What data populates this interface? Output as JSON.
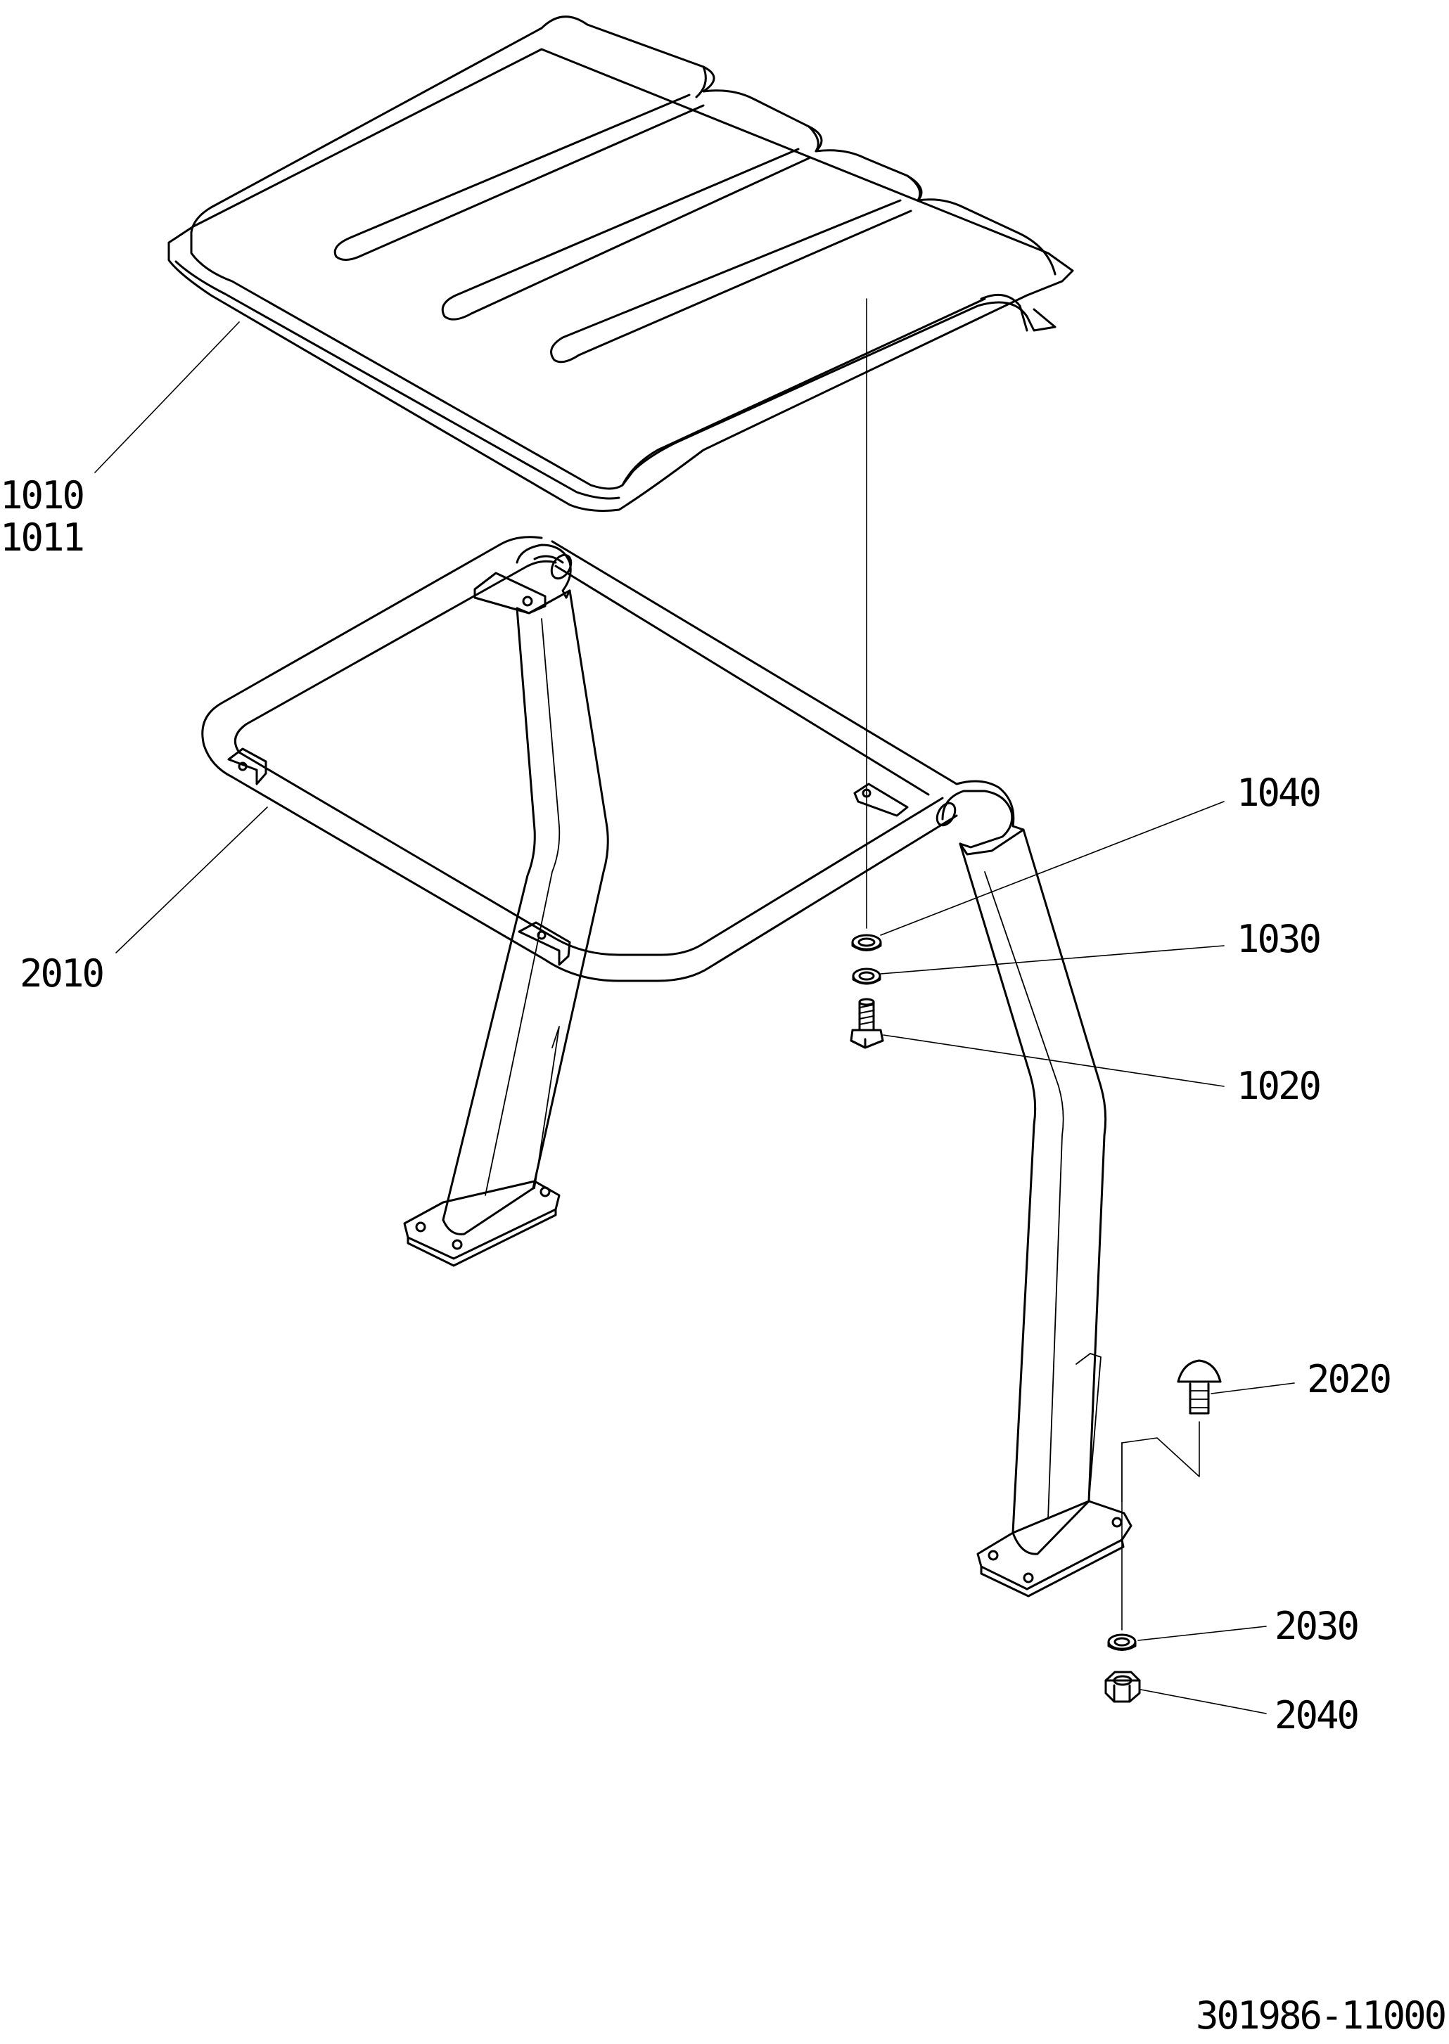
{
  "diagram": {
    "line_color": "#000000",
    "background": "#ffffff",
    "parts": [
      {
        "id": "canopy",
        "label": "1010"
      },
      {
        "id": "canopy-alt",
        "label": "1011"
      },
      {
        "id": "frame",
        "label": "2010"
      },
      {
        "id": "washer-top",
        "label": "1040"
      },
      {
        "id": "spring-washer-top",
        "label": "1030"
      },
      {
        "id": "bolt-top",
        "label": "1020"
      },
      {
        "id": "bolt-base",
        "label": "2020"
      },
      {
        "id": "spring-washer-base",
        "label": "2030"
      },
      {
        "id": "nut-base",
        "label": "2040"
      }
    ],
    "drawing_number": "301986-11000"
  }
}
